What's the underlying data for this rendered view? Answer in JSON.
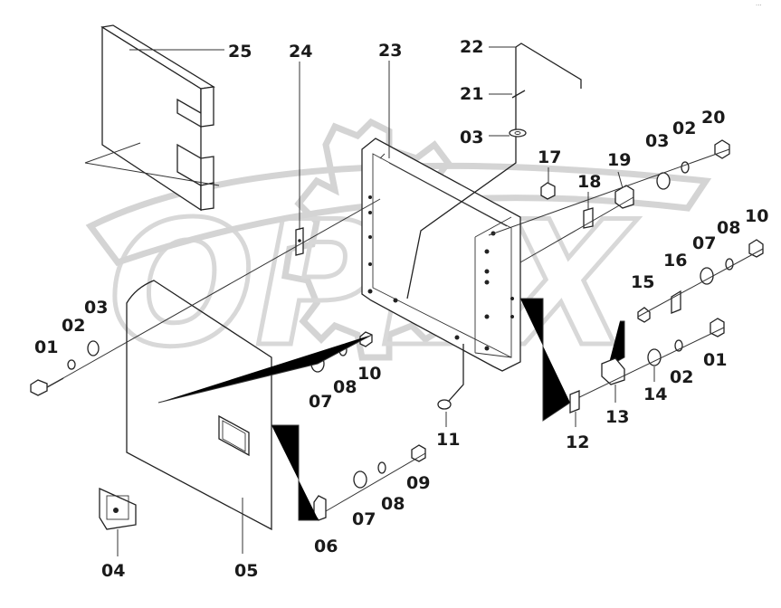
{
  "watermark_text": "OPEX",
  "corner_text": "···",
  "callouts": [
    "01",
    "02",
    "03",
    "04",
    "05",
    "06",
    "07",
    "08",
    "10",
    "11",
    "12",
    "13",
    "14",
    "15",
    "16",
    "17",
    "18",
    "19",
    "20",
    "21",
    "22",
    "23",
    "24",
    "25",
    "09"
  ]
}
